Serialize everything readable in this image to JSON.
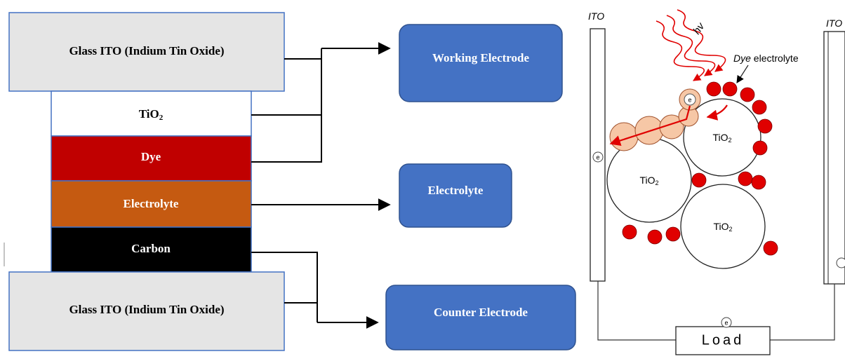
{
  "layers": [
    {
      "id": "glass_top",
      "label": "Glass ITO (Indium Tin Oxide)",
      "color": "#e5e5e5",
      "text_color": "#000000"
    },
    {
      "id": "tio2",
      "label": "TiO",
      "sub": "2",
      "color": "#ffffff",
      "text_color": "#000000"
    },
    {
      "id": "dye",
      "label": "Dye",
      "color": "#c00000",
      "text_color": "#ffffff"
    },
    {
      "id": "electrolyte",
      "label": "Electrolyte",
      "color": "#c55a11",
      "text_color": "#ffffff"
    },
    {
      "id": "carbon",
      "label": "Carbon",
      "color": "#000000",
      "text_color": "#ffffff"
    },
    {
      "id": "glass_bottom",
      "label": "Glass ITO (Indium Tin Oxide)",
      "color": "#e5e5e5",
      "text_color": "#000000"
    }
  ],
  "boxes": {
    "working": "Working Electrode",
    "electrolyte": "Electrolyte",
    "counter": "Counter Electrode",
    "color": "#4472c4"
  },
  "cell": {
    "ito_left": "ITO",
    "ito_right": "ITO",
    "hv": "hv",
    "dye_word": "Dye",
    "electrolyte_word": "electrolyte",
    "tio2": "TiO",
    "tio2_sub": "2",
    "electron": "e",
    "load": "Load",
    "dye_color": "#e00000",
    "excited_color": "#f6c7a6"
  }
}
